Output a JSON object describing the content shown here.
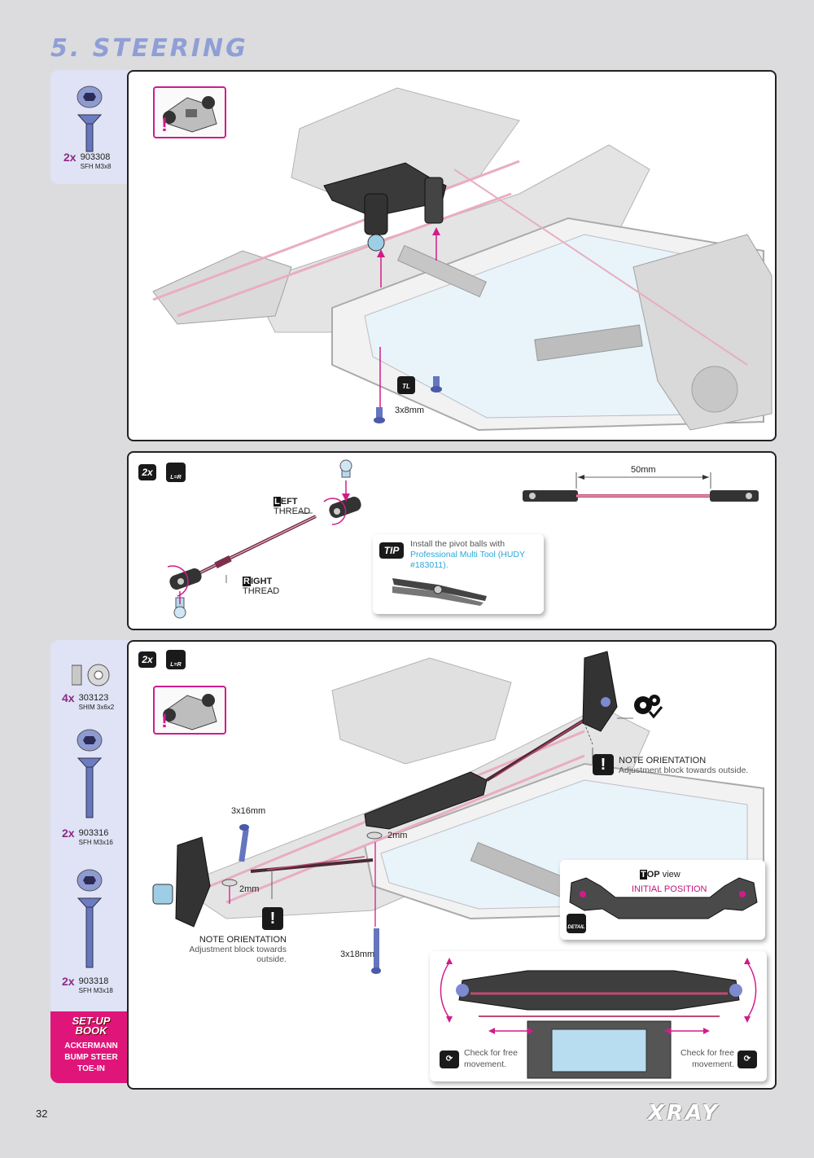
{
  "header": {
    "title": "5. STEERING"
  },
  "step1": {
    "part": {
      "qty": "2x",
      "number": "903308",
      "desc": "SFH M3x8"
    },
    "screw_label": "3x8mm",
    "tool_label": "TL"
  },
  "step2": {
    "badge_qty": "2x",
    "badge_lr": "L=R",
    "left_thread": {
      "initial": "L",
      "rest": "EFT",
      "line2": "THREAD"
    },
    "right_thread": {
      "initial": "R",
      "rest": "IGHT",
      "line2": "THREAD"
    },
    "dimension": "50mm",
    "tip": {
      "badge": "TIP",
      "text_plain": "Install the pivot balls with ",
      "text_highlight": "Professional Multi Tool (HUDY #183011)."
    }
  },
  "step3": {
    "badge_qty": "2x",
    "badge_lr": "L=R",
    "parts": [
      {
        "qty": "4x",
        "number": "303123",
        "desc": "SHIM 3x6x2"
      },
      {
        "qty": "2x",
        "number": "903316",
        "desc": "SFH M3x16"
      },
      {
        "qty": "2x",
        "number": "903318",
        "desc": "SFH M3x18"
      }
    ],
    "labels": {
      "screw16": "3x16mm",
      "screw18": "3x18mm",
      "shim_a": "2mm",
      "shim_b": "2mm"
    },
    "note_right": {
      "title": "NOTE ORIENTATION",
      "text": "Adjustment block towards outside."
    },
    "note_left": {
      "title": "NOTE ORIENTATION",
      "text": "Adjustment block towards outside."
    },
    "top_view": {
      "initial": "T",
      "rest": "OP",
      "suffix": "view",
      "subtitle": "INITIAL POSITION",
      "detail": "DETAIL"
    },
    "check_left": "Check for free movement.",
    "check_right": "Check for free movement."
  },
  "setup_book": {
    "title_line1": "SET-UP",
    "title_line2": "BOOK",
    "items": [
      "ACKERMANN",
      "BUMP STEER",
      "TOE-IN"
    ]
  },
  "footer": {
    "page": "32",
    "brand": "XRAY"
  }
}
